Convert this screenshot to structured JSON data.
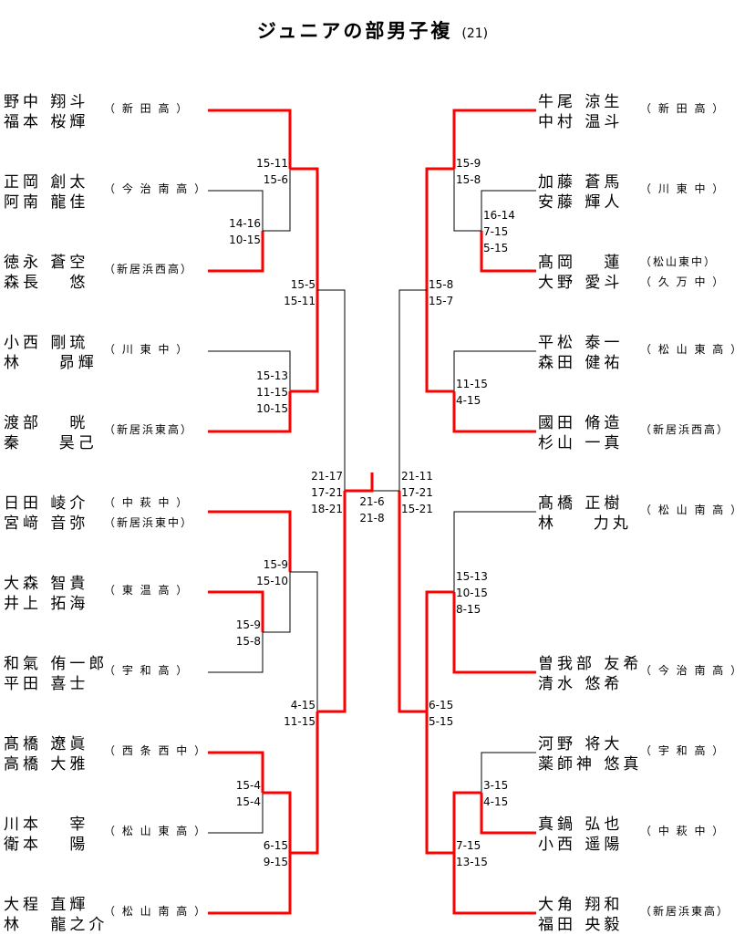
{
  "title": "ジュニアの部男子複",
  "count": "(21)",
  "colors": {
    "winner": "#ff0000",
    "loser": "#000000"
  },
  "left": {
    "entries": [
      {
        "players": [
          "野中 翔斗",
          "福本 桜輝"
        ],
        "school": "（ 新 田 高 ）"
      },
      {
        "players": [
          "正岡 創太",
          "阿南 龍佳"
        ],
        "school": "（ 今 治 南 高 ）"
      },
      {
        "players": [
          "徳永 蒼空",
          "森長 　悠"
        ],
        "school": "（新居浜西高）"
      },
      {
        "players": [
          "小西 剛琉",
          "林 　 昴輝"
        ],
        "school": "（ 川 東 中 ）"
      },
      {
        "players": [
          "渡部 　晄",
          "秦 　 昊己"
        ],
        "school": "（新居浜東高）"
      },
      {
        "players": [
          "日田 崚介",
          "宮﨑 音弥"
        ],
        "school": "（ 中 萩 中 ）",
        "school2": "（新居浜東中）"
      },
      {
        "players": [
          "大森 智貴",
          "井上 拓海"
        ],
        "school": "（ 東 温 高 ）"
      },
      {
        "players": [
          "和氣 侑一郎",
          "平田 喜士"
        ],
        "school": "（ 宇 和 高 ）"
      },
      {
        "players": [
          "髙橋 遼眞",
          "高橋 大雅"
        ],
        "school": "（ 西 条 西 中 ）"
      },
      {
        "players": [
          "川本 　宰",
          "衛本 　陽"
        ],
        "school": "（ 松 山 東 高 ）"
      },
      {
        "players": [
          "大程 直輝",
          "林 　龍之介"
        ],
        "school": "（ 松 山 南 高 ）"
      }
    ],
    "scores": {
      "r1_top": [
        "14-16",
        "10-15"
      ],
      "r2_top": [
        "15-11",
        "15-6"
      ],
      "r2_b": [
        "15-13",
        "11-15",
        "10-15"
      ],
      "r3_top": [
        "15-5",
        "15-11"
      ],
      "r1_mid": [
        "15-9",
        "15-8"
      ],
      "r2_mid": [
        "15-9",
        "15-10"
      ],
      "r1_bot": [
        "15-4",
        "15-4"
      ],
      "r2_bot": [
        "6-15",
        "9-15"
      ],
      "r3_bot": [
        "4-15",
        "11-15"
      ],
      "semi": [
        "21-17",
        "17-21",
        "18-21"
      ]
    }
  },
  "right": {
    "entries": [
      {
        "players": [
          "牛尾 涼生",
          "中村 温斗"
        ],
        "school": "（ 新 田 高 ）"
      },
      {
        "players": [
          "加藤 蒼馬",
          "安藤 輝人"
        ],
        "school": "（ 川 東 中 ）"
      },
      {
        "players": [
          "髙岡 　蓮",
          "大野 愛斗"
        ],
        "school": "（松山東中）",
        "school2": "（ 久 万 中 ）"
      },
      {
        "players": [
          "平松 泰一",
          "森田 健祐"
        ],
        "school": "（ 松 山 東 高 ）"
      },
      {
        "players": [
          "國田 脩造",
          "杉山 一真"
        ],
        "school": "（新居浜西高）"
      },
      {
        "players": [
          "髙橋 正樹",
          "林 　 力丸"
        ],
        "school": "（ 松 山 南 高 ）"
      },
      {
        "players": [
          "曽我部 友希",
          "清水 悠希"
        ],
        "school": "（ 今 治 南 高 ）"
      },
      {
        "players": [
          "河野 将大",
          "薬師神 悠真"
        ],
        "school": "（ 宇 和 高 ）"
      },
      {
        "players": [
          "真鍋 弘也",
          "小西 遥陽"
        ],
        "school": "（ 中 萩 中 ）"
      },
      {
        "players": [
          "大角 翔和",
          "福田 央毅"
        ],
        "school": "（新居浜東高）"
      }
    ],
    "scores": {
      "r1_top": [
        "16-14",
        "7-15",
        "5-15"
      ],
      "r2_top": [
        "15-9",
        "15-8"
      ],
      "r2_b": [
        "11-15",
        "4-15"
      ],
      "r3_top": [
        "15-8",
        "15-7"
      ],
      "r2_mid": [
        "15-13",
        "10-15",
        "8-15"
      ],
      "r1_bot": [
        "3-15",
        "4-15"
      ],
      "r2_bot": [
        "7-15",
        "13-15"
      ],
      "r3_bot": [
        "6-15",
        "5-15"
      ],
      "semi": [
        "21-11",
        "17-21",
        "15-21"
      ]
    }
  },
  "final": {
    "scores": [
      "21-6",
      "21-8"
    ]
  }
}
